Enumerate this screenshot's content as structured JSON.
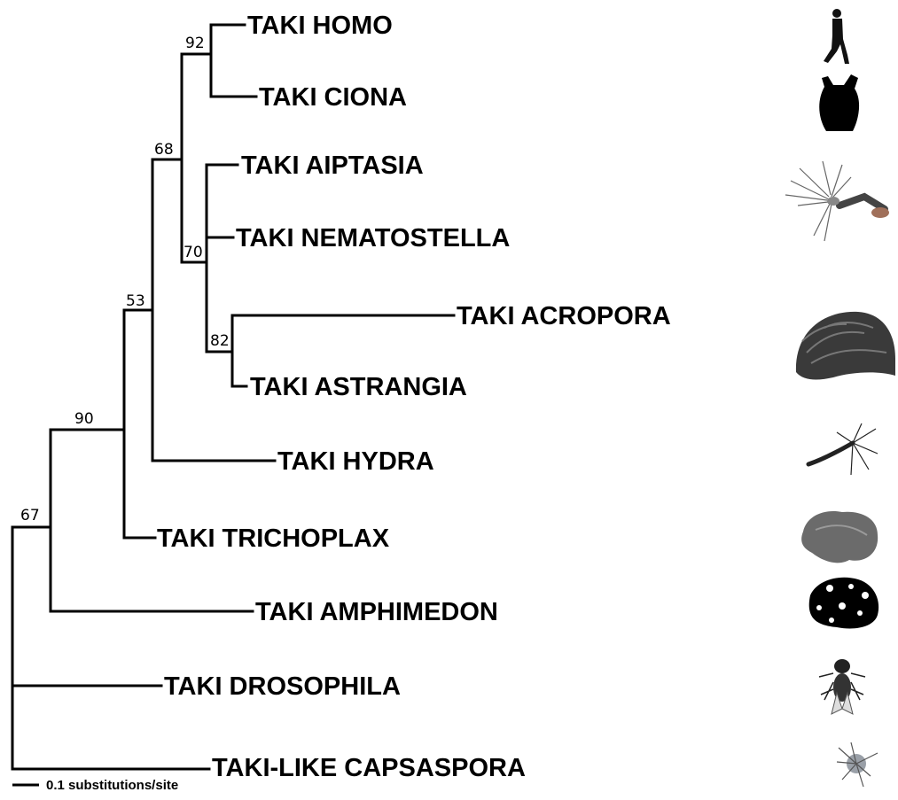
{
  "taxa": {
    "homo": "TAKI HOMO",
    "ciona": "TAKI CIONA",
    "aiptasia": "TAKI AIPTASIA",
    "nematostella": "TAKI NEMATOSTELLA",
    "acropora": "TAKI ACROPORA",
    "astrangia": "TAKI ASTRANGIA",
    "hydra": "TAKI HYDRA",
    "trichoplax": "TAKI TRICHOPLAX",
    "amphimedon": "TAKI AMPHIMEDON",
    "drosophila": "TAKI DROSOPHILA",
    "capsaspora": "TAKI-LIKE CAPSASPORA"
  },
  "support": {
    "homo_ciona": "92",
    "bilateria_cnidaria": "68",
    "anthozoa": "70",
    "scleractinia": "82",
    "cnidaria_hydra": "53",
    "metazoa_core": "90",
    "root": "67"
  },
  "scale_bar": {
    "label": "0.1 substitutions/site"
  },
  "silhouettes": {
    "homo": "walking-human-icon",
    "ciona": "sea-squirt-icon",
    "aiptasia": "sea-anemone-icon",
    "acropora": "brain-coral-icon",
    "hydra": "hydra-icon",
    "trichoplax": "placozoan-icon",
    "amphimedon": "sponge-icon",
    "drosophila": "fruit-fly-icon",
    "capsaspora": "capsaspora-icon"
  },
  "colors": {
    "line": "#000000",
    "background": "#ffffff"
  }
}
